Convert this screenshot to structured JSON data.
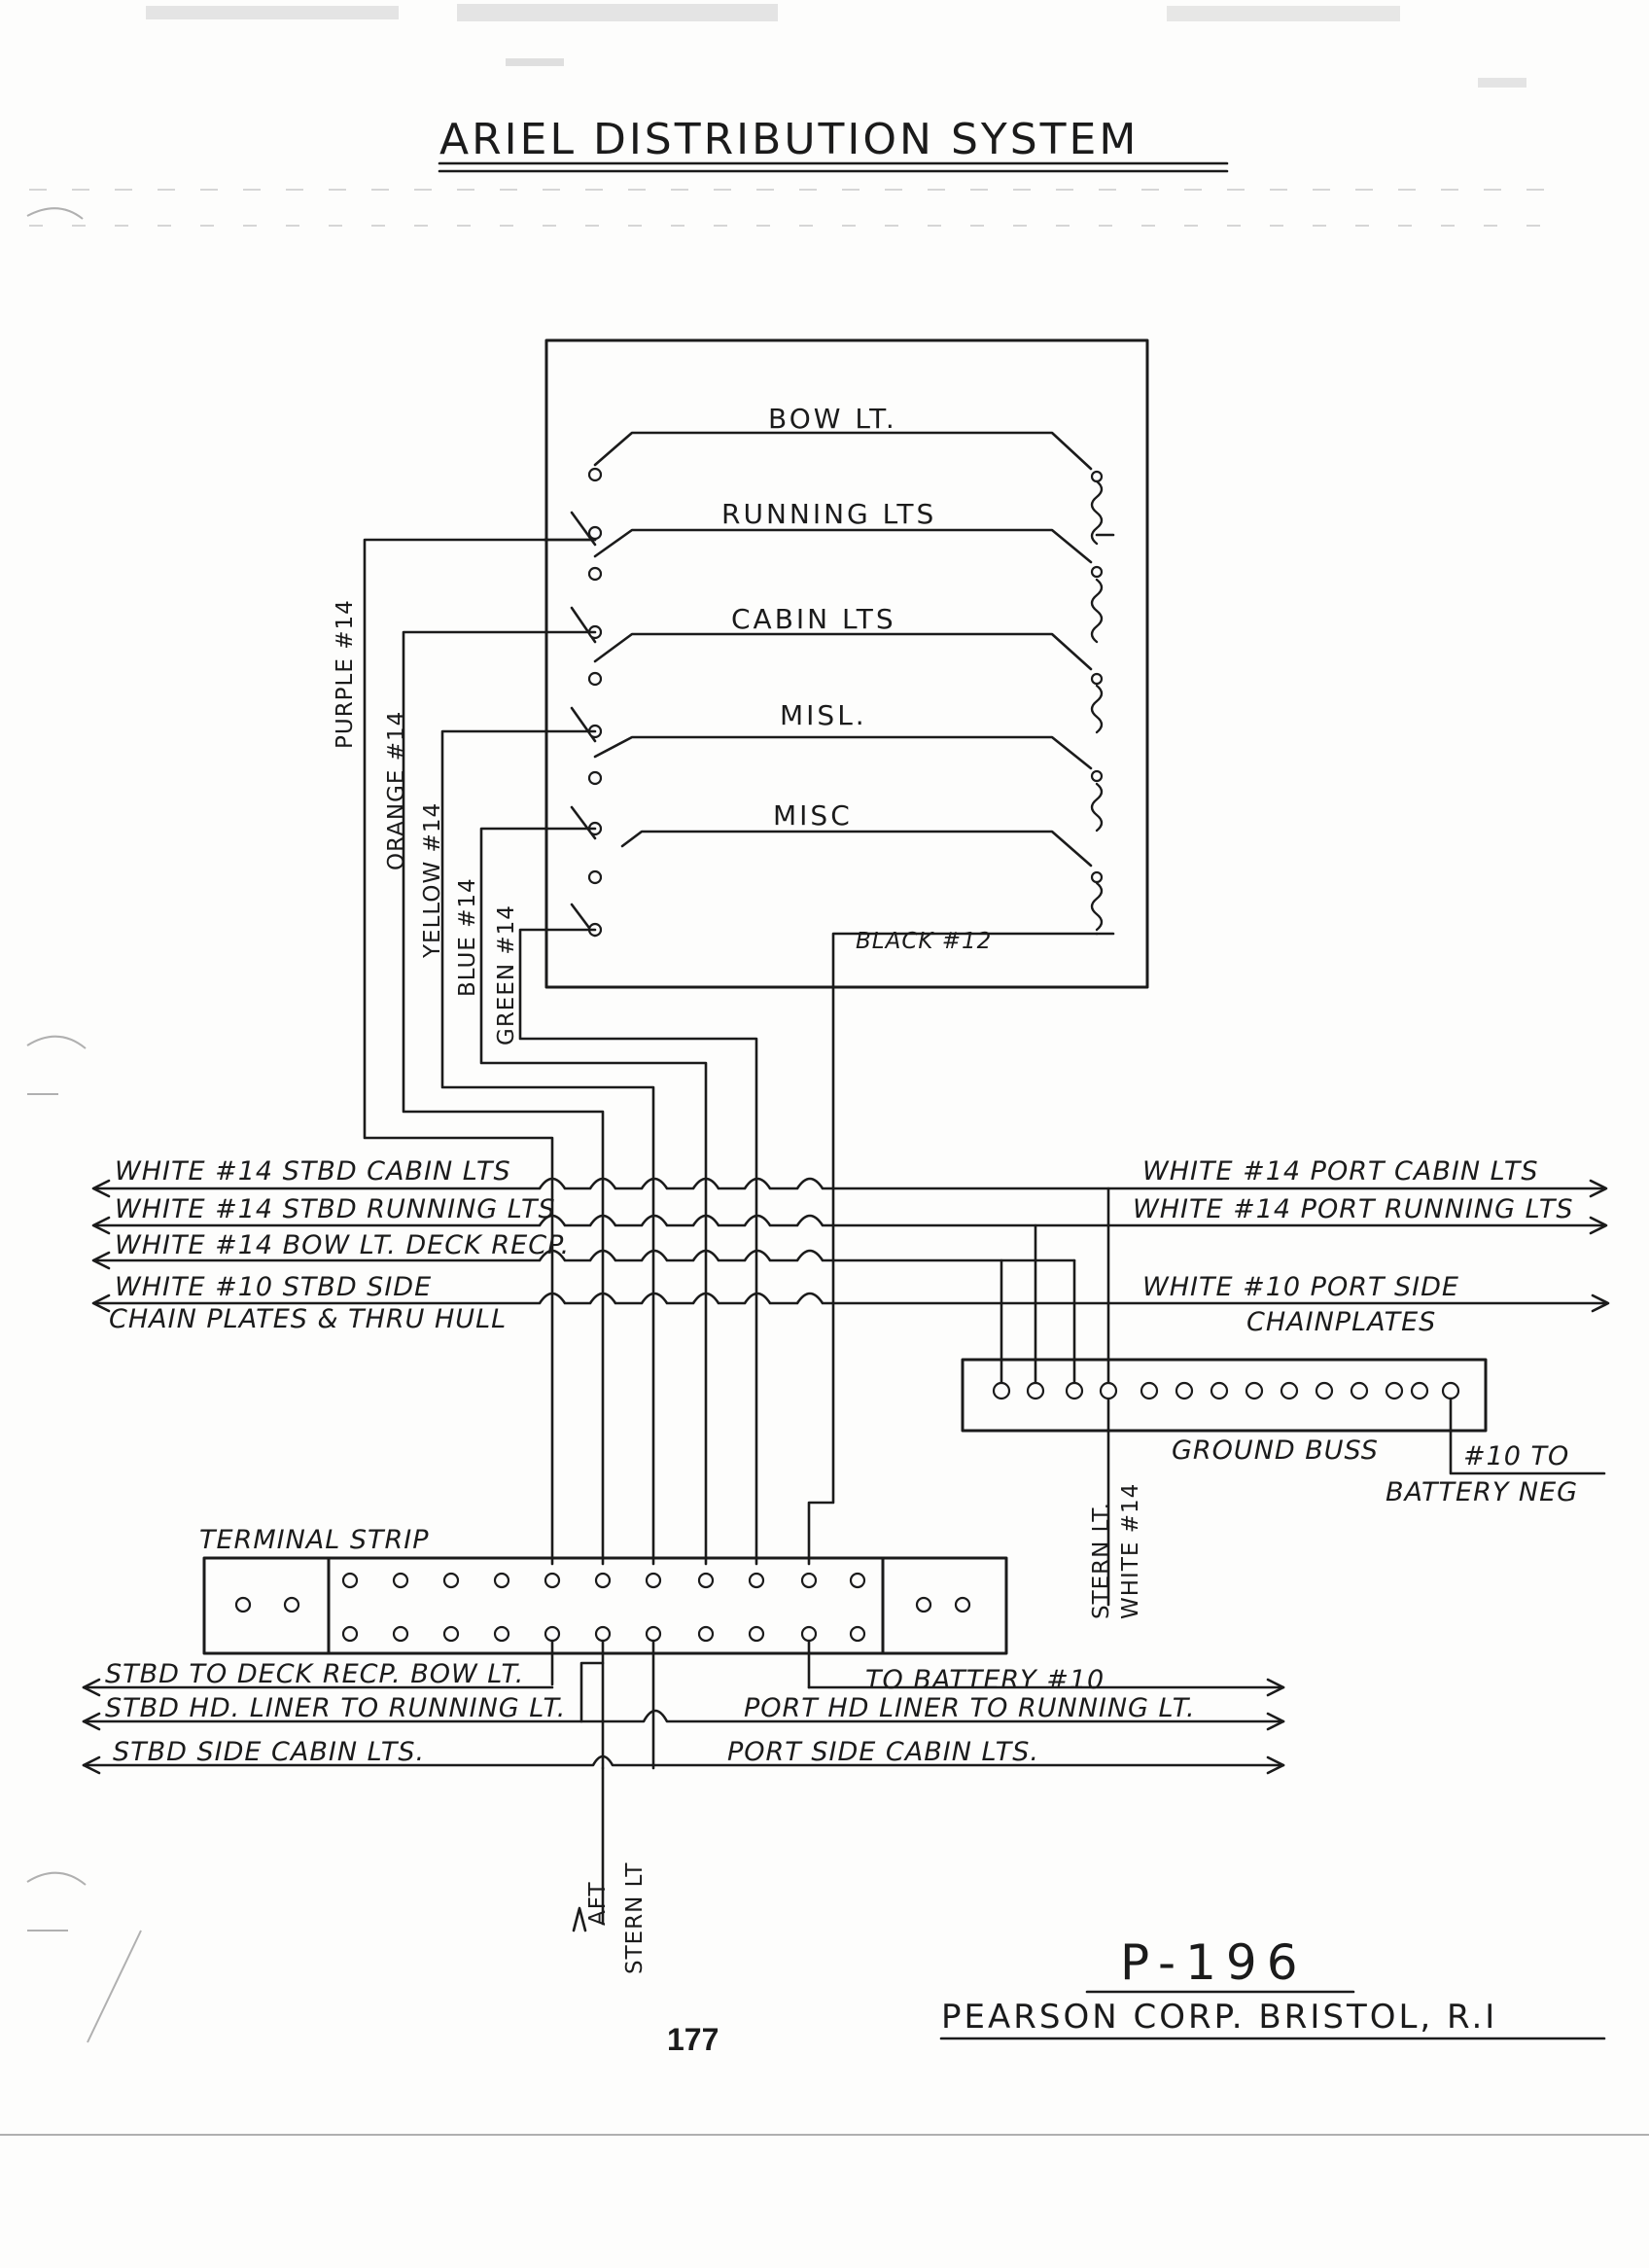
{
  "title": "ARIEL DISTRIBUTION SYSTEM",
  "switches": [
    "BOW LT.",
    "RUNNING LTS",
    "CABIN LTS",
    "MISL.",
    "MISC"
  ],
  "feed_wires": {
    "purple": "PURPLE #14",
    "orange": "ORANGE #14",
    "yellow": "YELLOW #14",
    "blue": "BLUE #14",
    "green": "GREEN #14",
    "black": "BLACK #12"
  },
  "stbd_lines": [
    "WHITE #14 STBD CABIN LTS",
    "WHITE #14 STBD RUNNING LTS",
    "WHITE #14 BOW LT. DECK RECP.",
    "WHITE #10 STBD SIDE",
    "CHAIN PLATES & THRU HULL"
  ],
  "port_lines": [
    "WHITE #14 PORT CABIN LTS",
    "WHITE #14 PORT RUNNING LTS",
    "WHITE #10 PORT SIDE",
    "CHAINPLATES"
  ],
  "ground_buss": "GROUND BUSS",
  "battery_neg": [
    "#10 TO",
    "BATTERY NEG"
  ],
  "stern_white": [
    "STERN LT.",
    "WHITE #14"
  ],
  "terminal_strip": "TERMINAL STRIP",
  "lower_lines": {
    "stbd": [
      "STBD TO DECK RECP. BOW LT.",
      "STBD HD. LINER TO RUNNING LT.",
      "STBD SIDE CABIN LTS."
    ],
    "port": [
      "TO BATTERY #10",
      "PORT HD LINER TO RUNNING LT.",
      "PORT SIDE CABIN LTS."
    ]
  },
  "aft_stern": [
    "AFT",
    "STERN LT"
  ],
  "drawing_no": "P-196",
  "maker": "PEARSON CORP. BRISTOL, R.I",
  "page_number": "177"
}
